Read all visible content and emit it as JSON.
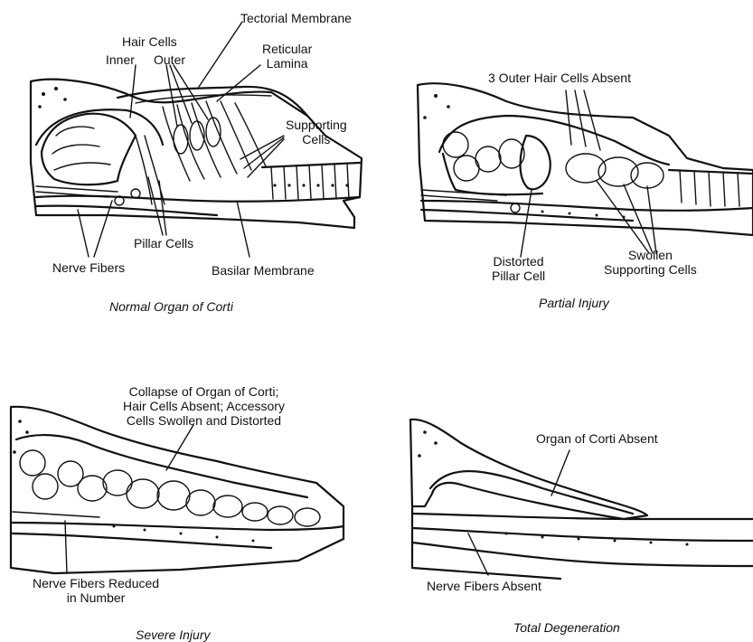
{
  "panels": {
    "normal": {
      "caption": "Normal Organ of Corti",
      "labels": {
        "tectorial_membrane": "Tectorial Membrane",
        "hair_cells": "Hair Cells",
        "inner": "Inner",
        "outer": "Outer",
        "reticular_lamina": "Reticular\nLamina",
        "supporting_cells": "Supporting\nCells",
        "pillar_cells": "Pillar Cells",
        "nerve_fibers": "Nerve Fibers",
        "basilar_membrane": "Basilar Membrane"
      }
    },
    "partial": {
      "caption": "Partial Injury",
      "labels": {
        "outer_absent": "3 Outer Hair Cells Absent",
        "distorted_pillar": "Distorted\nPillar Cell",
        "swollen_supporting": "Swollen\nSupporting Cells"
      }
    },
    "severe": {
      "caption": "Severe Injury",
      "labels": {
        "collapse": "Collapse of Organ of Corti;\nHair Cells Absent; Accessory\nCells Swollen and Distorted",
        "nerve_reduced": "Nerve Fibers Reduced\nin Number"
      }
    },
    "total": {
      "caption": "Total Degeneration",
      "labels": {
        "organ_absent": "Organ of Corti Absent",
        "nerve_absent": "Nerve Fibers Absent"
      }
    }
  }
}
